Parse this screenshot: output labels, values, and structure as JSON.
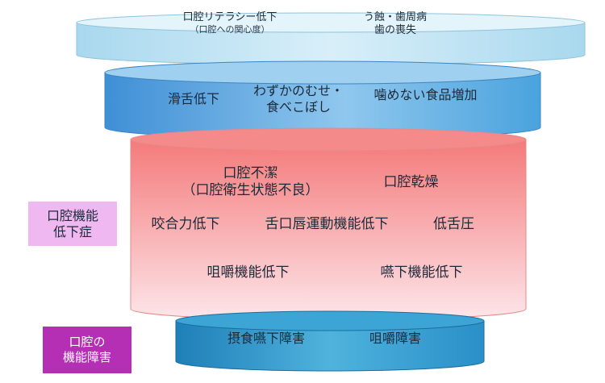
{
  "tiers": [
    {
      "id": "literacy",
      "items": [
        {
          "lines": [
            "口腔リテラシー低下"
          ],
          "note": "（口腔への関心度）"
        },
        {
          "lines": [
            "う蝕・歯周病",
            "歯の喪失"
          ]
        }
      ]
    },
    {
      "id": "frailty",
      "items": [
        {
          "lines": [
            "滑舌低下"
          ]
        },
        {
          "lines": [
            "わずかのむせ・",
            "食べこぼし"
          ]
        },
        {
          "lines": [
            "噛めない食品増加"
          ]
        }
      ]
    },
    {
      "id": "hypofunction",
      "items": [
        {
          "lines": [
            "口腔不潔",
            "（口腔衛生状態不良）"
          ]
        },
        {
          "lines": [
            "口腔乾燥"
          ]
        },
        {
          "lines": [
            "咬合力低下"
          ]
        },
        {
          "lines": [
            "舌口唇運動機能低下"
          ]
        },
        {
          "lines": [
            "低舌圧"
          ]
        },
        {
          "lines": [
            "咀嚼機能低下"
          ]
        },
        {
          "lines": [
            "嚥下機能低下"
          ]
        }
      ]
    },
    {
      "id": "dysfunction",
      "items": [
        {
          "lines": [
            "摂食嚥下障害"
          ]
        },
        {
          "lines": [
            "咀嚼障害"
          ]
        }
      ]
    }
  ],
  "side_labels": {
    "hypofunction": [
      "口腔機能",
      "低下症"
    ],
    "dysfunction": [
      "口腔の",
      "機能障害"
    ]
  },
  "colors": {
    "tier1": "#bfe3f3",
    "tier2": "#5da9de",
    "tier3": "#f59595",
    "tier4": "#2f9fd0",
    "side_pink": "#f0b8f0",
    "side_purple": "#b52fb5"
  }
}
